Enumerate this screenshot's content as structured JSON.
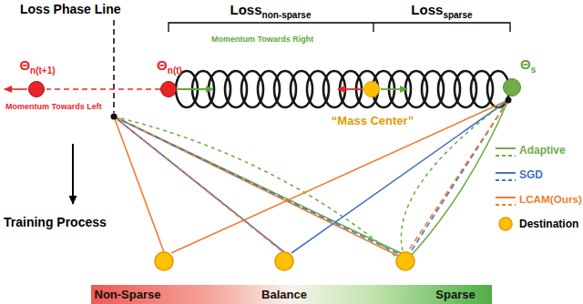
{
  "diagram": {
    "nodes": [
      {
        "text": [
          "Θ",
          "n(t+1)"
        ]
      },
      {
        "text": [
          "Θ",
          "n(t)"
        ]
      },
      {
        "text": [
          "“Mass Center”"
        ]
      },
      {
        "text": [
          "Θ",
          "s"
        ]
      },
      {
        "text": [
          "Non-Sparse",
          "Balance",
          "Sparse"
        ]
      }
    ],
    "labels": [
      "Loss Phase Line",
      "Loss",
      "non-sparse",
      "Loss",
      "sparse",
      "Momentum Towards Right",
      "Momentum Towards Left",
      "Training Process"
    ],
    "legend": [
      {
        "text": "Adaptive",
        "color": "#70ad47"
      },
      {
        "text": "SGD",
        "color": "#4472c4"
      },
      {
        "text": "LCAM(Ours)",
        "color": "#ed7d31"
      },
      {
        "text": "Destination"
      }
    ]
  }
}
